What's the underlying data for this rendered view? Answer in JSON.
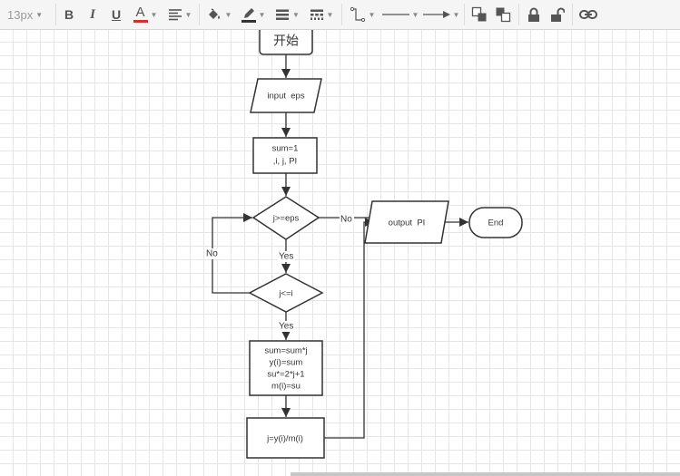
{
  "toolbar": {
    "font_size": "13px",
    "bold": "B",
    "italic": "I",
    "underline": "U",
    "font_color": "A"
  },
  "flowchart": {
    "start": "开始",
    "input": "input  eps",
    "init_line1": "sum=1",
    "init_line2": ",i, j, PI",
    "condition1": "j>=eps",
    "condition2": "j<=i",
    "body_line1": "sum=sum*j",
    "body_line2": "y(i)=sum",
    "body_line3": "su*=2*j+1",
    "body_line4": "m(i)=su",
    "assign": "j=y(i)/m(i)",
    "output": "output  PI",
    "end": "End",
    "label_no_1": "No",
    "label_no_2": "No",
    "label_yes_1": "Yes",
    "label_yes_2": "Yes"
  },
  "icons": {
    "fill": "paint-bucket-icon",
    "line_color": "pencil-icon",
    "line_width": "line-width-icon",
    "line_style": "dashed-line-icon",
    "connector": "elbow-connector-icon",
    "line_start": "line-start-icon",
    "line_end": "arrow-end-icon",
    "to_front": "to-front-icon",
    "to_back": "to-back-icon",
    "lock": "lock-icon",
    "unlock": "unlock-icon",
    "link": "link-icon"
  },
  "colors": {
    "shape_stroke": "#333333",
    "grid": "#e6e6e6",
    "toolbar_bg": "#f5f5f5",
    "font_color_bar": "#cc3333"
  }
}
